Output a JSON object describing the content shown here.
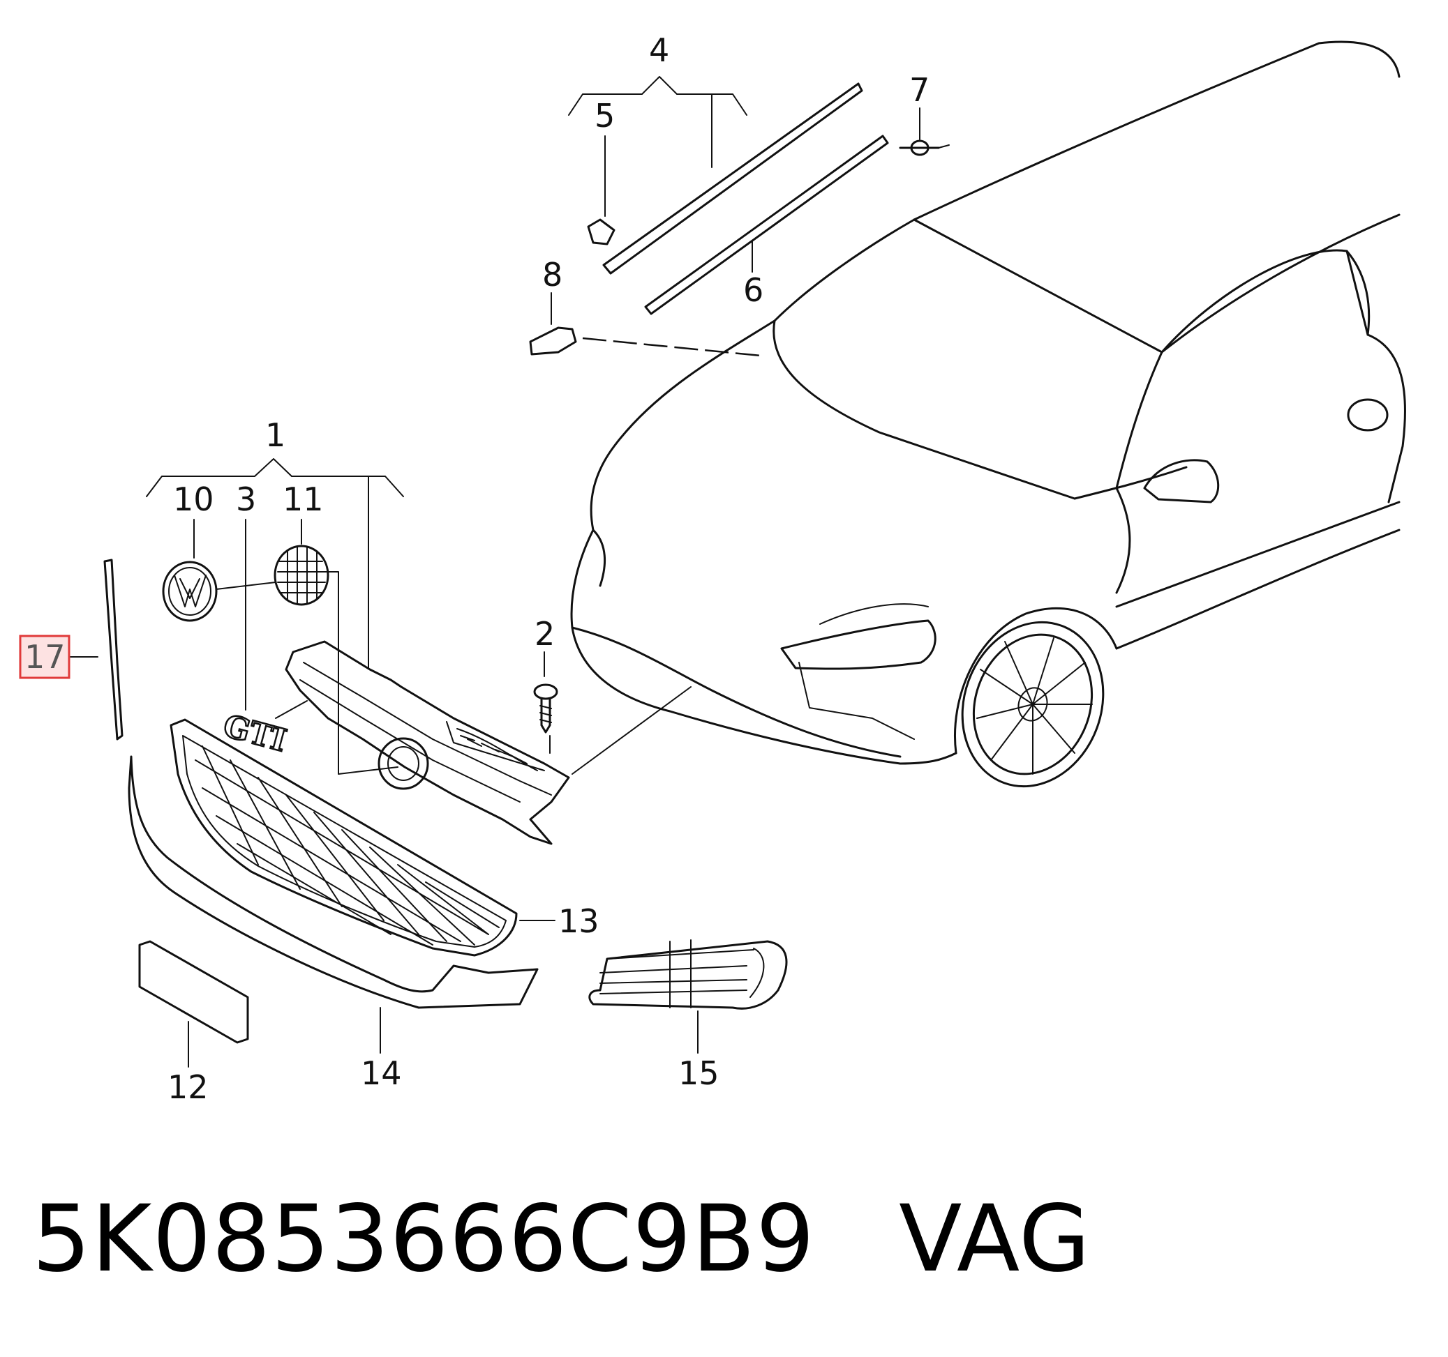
{
  "diagram": {
    "callouts": {
      "c1": "1",
      "c2": "2",
      "c3": "3",
      "c4": "4",
      "c5": "5",
      "c6": "6",
      "c7": "7",
      "c8": "8",
      "c10": "10",
      "c11": "11",
      "c12": "12",
      "c13": "13",
      "c14": "14",
      "c15": "15",
      "c17": "17"
    },
    "highlighted_callout": "17",
    "highlight_color": "#e03a3a",
    "highlight_fill": "#fde2e2",
    "badge_text": "GTI"
  },
  "footer": {
    "part_number": "5K0853666C9B9",
    "brand": "VAG"
  }
}
